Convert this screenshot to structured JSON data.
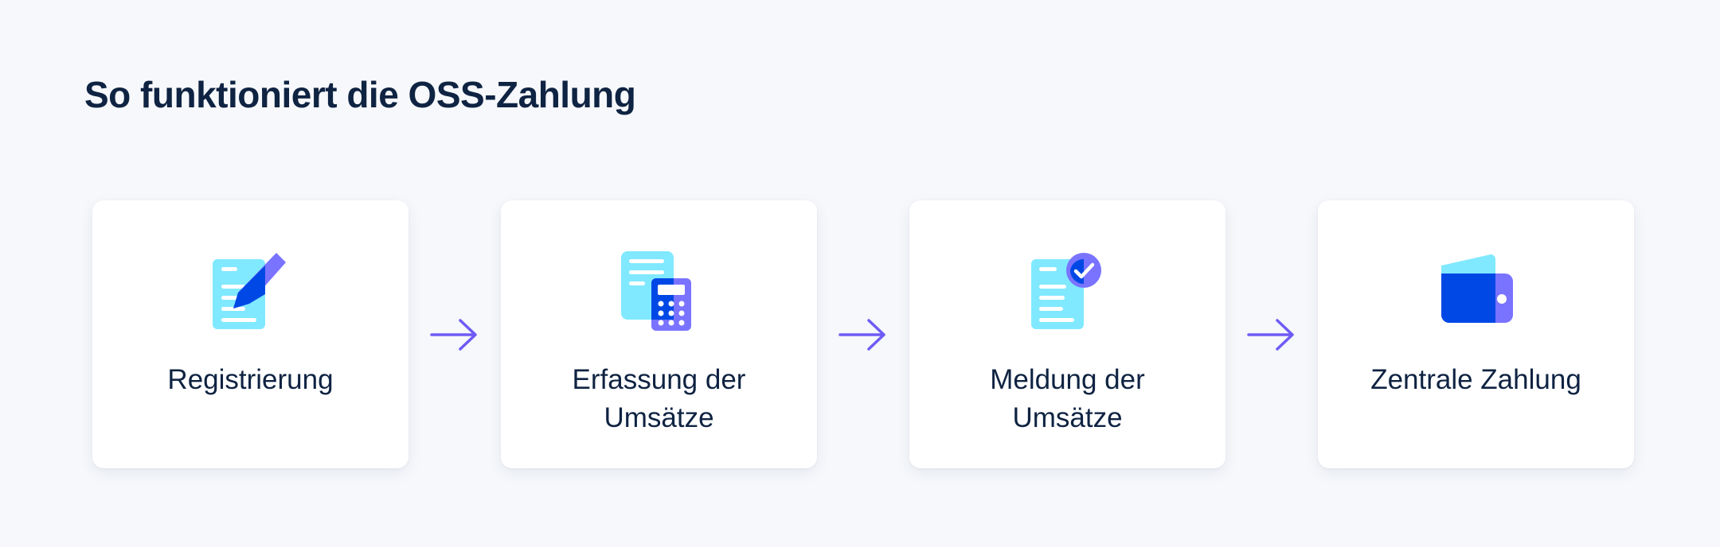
{
  "page": {
    "title": "So funktioniert die OSS-Zahlung"
  },
  "colors": {
    "accent": "#6e5bf5",
    "light_cyan": "#80e9ff",
    "blue": "#0048e5",
    "violet": "#7a73ff",
    "text": "#0f2342",
    "background": "#f6f8fb"
  },
  "steps": [
    {
      "icon": "document-pen-icon",
      "label": "Registrierung"
    },
    {
      "icon": "document-calculator-icon",
      "label": "Erfassung der Umsätze"
    },
    {
      "icon": "document-check-icon",
      "label": "Meldung der Umsätze"
    },
    {
      "icon": "wallet-icon",
      "label": "Zentrale Zahlung"
    }
  ]
}
